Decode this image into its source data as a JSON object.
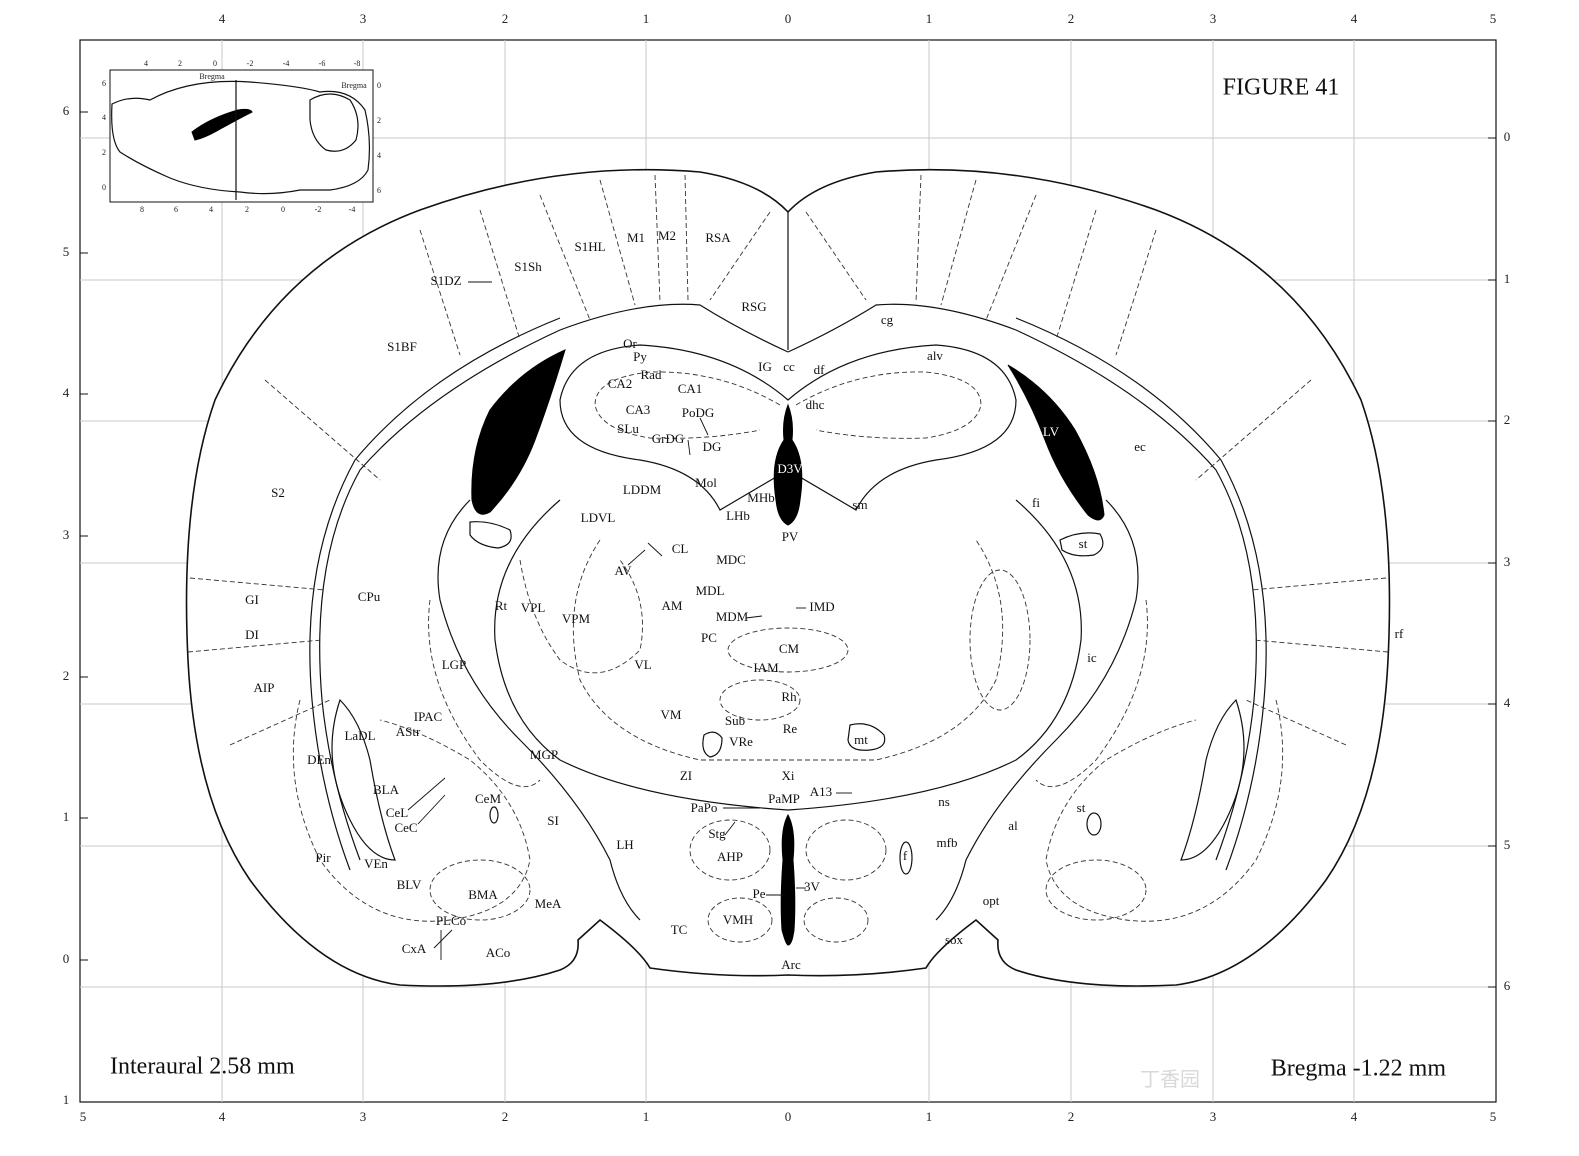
{
  "figure": {
    "title": "FIGURE 41",
    "interaural": "Interaural 2.58 mm",
    "bregma": "Bregma -1.22 mm",
    "watermark": "丁香园"
  },
  "axes": {
    "top_ticks": [
      "4",
      "3",
      "2",
      "1",
      "0",
      "1",
      "2",
      "3",
      "4",
      "5"
    ],
    "bottom_ticks": [
      "5",
      "4",
      "3",
      "2",
      "1",
      "0",
      "1",
      "2",
      "3",
      "4",
      "5"
    ],
    "left_ticks": [
      "6",
      "5",
      "4",
      "3",
      "2",
      "1",
      "0",
      "1"
    ],
    "right_ticks": [
      "0",
      "1",
      "2",
      "3",
      "4",
      "5",
      "6"
    ]
  },
  "inset": {
    "label_bregma_left": "Bregma",
    "label_bregma_right": "Bregma",
    "top_ticks": [
      "4",
      "2",
      "0",
      "-2",
      "-4",
      "-6",
      "-8"
    ],
    "bottom_ticks": [
      "8",
      "6",
      "4",
      "2",
      "0",
      "-2",
      "-4"
    ],
    "left_ticks": [
      "6",
      "4",
      "2",
      "0"
    ],
    "right_ticks": [
      "0",
      "2",
      "4",
      "6"
    ]
  },
  "regions": [
    {
      "id": "S1HL",
      "text": "S1HL"
    },
    {
      "id": "M1",
      "text": "M1"
    },
    {
      "id": "M2",
      "text": "M2"
    },
    {
      "id": "RSA",
      "text": "RSA"
    },
    {
      "id": "S1DZ",
      "text": "S1DZ"
    },
    {
      "id": "S1Sh",
      "text": "S1Sh"
    },
    {
      "id": "RSG",
      "text": "RSG"
    },
    {
      "id": "cg",
      "text": "cg"
    },
    {
      "id": "S1BF",
      "text": "S1BF"
    },
    {
      "id": "Or",
      "text": "Or"
    },
    {
      "id": "Py",
      "text": "Py"
    },
    {
      "id": "Rad",
      "text": "Rad"
    },
    {
      "id": "IG",
      "text": "IG"
    },
    {
      "id": "cc",
      "text": "cc"
    },
    {
      "id": "df",
      "text": "df"
    },
    {
      "id": "alv",
      "text": "alv"
    },
    {
      "id": "CA2",
      "text": "CA2"
    },
    {
      "id": "CA1",
      "text": "CA1"
    },
    {
      "id": "dhc",
      "text": "dhc"
    },
    {
      "id": "CA3",
      "text": "CA3"
    },
    {
      "id": "PoDG",
      "text": "PoDG"
    },
    {
      "id": "SLu",
      "text": "SLu"
    },
    {
      "id": "GrDG",
      "text": "GrDG"
    },
    {
      "id": "DG",
      "text": "DG"
    },
    {
      "id": "LV",
      "text": "LV"
    },
    {
      "id": "ec",
      "text": "ec"
    },
    {
      "id": "D3V",
      "text": "D3V"
    },
    {
      "id": "LDDM",
      "text": "LDDM"
    },
    {
      "id": "Mol",
      "text": "Mol"
    },
    {
      "id": "MHb",
      "text": "MHb"
    },
    {
      "id": "S2",
      "text": "S2"
    },
    {
      "id": "LDVL",
      "text": "LDVL"
    },
    {
      "id": "LHb",
      "text": "LHb"
    },
    {
      "id": "sm",
      "text": "sm"
    },
    {
      "id": "fi",
      "text": "fi"
    },
    {
      "id": "PV",
      "text": "PV"
    },
    {
      "id": "st1",
      "text": "st"
    },
    {
      "id": "CL",
      "text": "CL"
    },
    {
      "id": "MDC",
      "text": "MDC"
    },
    {
      "id": "AV",
      "text": "AV"
    },
    {
      "id": "CPu",
      "text": "CPu"
    },
    {
      "id": "GI",
      "text": "GI"
    },
    {
      "id": "MDL",
      "text": "MDL"
    },
    {
      "id": "Rt",
      "text": "Rt"
    },
    {
      "id": "VPL",
      "text": "VPL"
    },
    {
      "id": "AM",
      "text": "AM"
    },
    {
      "id": "IMD",
      "text": "IMD"
    },
    {
      "id": "VPM",
      "text": "VPM"
    },
    {
      "id": "MDM",
      "text": "MDM"
    },
    {
      "id": "DI",
      "text": "DI"
    },
    {
      "id": "PC",
      "text": "PC"
    },
    {
      "id": "rf",
      "text": "rf"
    },
    {
      "id": "CM",
      "text": "CM"
    },
    {
      "id": "LGP",
      "text": "LGP"
    },
    {
      "id": "VL",
      "text": "VL"
    },
    {
      "id": "IAM",
      "text": "IAM"
    },
    {
      "id": "ic",
      "text": "ic"
    },
    {
      "id": "AIP",
      "text": "AIP"
    },
    {
      "id": "Rh",
      "text": "Rh"
    },
    {
      "id": "IPAC",
      "text": "IPAC"
    },
    {
      "id": "VM",
      "text": "VM"
    },
    {
      "id": "Sub",
      "text": "Sub"
    },
    {
      "id": "AStr",
      "text": "AStr"
    },
    {
      "id": "LaDL",
      "text": "LaDL"
    },
    {
      "id": "Re",
      "text": "Re"
    },
    {
      "id": "mt",
      "text": "mt"
    },
    {
      "id": "VRe",
      "text": "VRe"
    },
    {
      "id": "MGP",
      "text": "MGP"
    },
    {
      "id": "DEn",
      "text": "DEn"
    },
    {
      "id": "Xi",
      "text": "Xi"
    },
    {
      "id": "ZI",
      "text": "ZI"
    },
    {
      "id": "A13",
      "text": "A13"
    },
    {
      "id": "BLA",
      "text": "BLA"
    },
    {
      "id": "CeM",
      "text": "CeM"
    },
    {
      "id": "PaMP",
      "text": "PaMP"
    },
    {
      "id": "ns",
      "text": "ns"
    },
    {
      "id": "PaPo",
      "text": "PaPo"
    },
    {
      "id": "st2",
      "text": "st"
    },
    {
      "id": "CeL",
      "text": "CeL"
    },
    {
      "id": "SI",
      "text": "SI"
    },
    {
      "id": "al",
      "text": "al"
    },
    {
      "id": "CeC",
      "text": "CeC"
    },
    {
      "id": "Stg",
      "text": "Stg"
    },
    {
      "id": "LH",
      "text": "LH"
    },
    {
      "id": "mfb",
      "text": "mfb"
    },
    {
      "id": "AHP",
      "text": "AHP"
    },
    {
      "id": "f",
      "text": "f"
    },
    {
      "id": "Pir",
      "text": "Pir"
    },
    {
      "id": "VEn",
      "text": "VEn"
    },
    {
      "id": "BLV",
      "text": "BLV"
    },
    {
      "id": "3V",
      "text": "3V"
    },
    {
      "id": "BMA",
      "text": "BMA"
    },
    {
      "id": "Pe",
      "text": "Pe"
    },
    {
      "id": "MeA",
      "text": "MeA"
    },
    {
      "id": "opt",
      "text": "opt"
    },
    {
      "id": "PLCo",
      "text": "PLCo"
    },
    {
      "id": "VMH",
      "text": "VMH"
    },
    {
      "id": "TC",
      "text": "TC"
    },
    {
      "id": "sox",
      "text": "sox"
    },
    {
      "id": "CxA",
      "text": "CxA"
    },
    {
      "id": "ACo",
      "text": "ACo"
    },
    {
      "id": "Arc",
      "text": "Arc"
    }
  ]
}
